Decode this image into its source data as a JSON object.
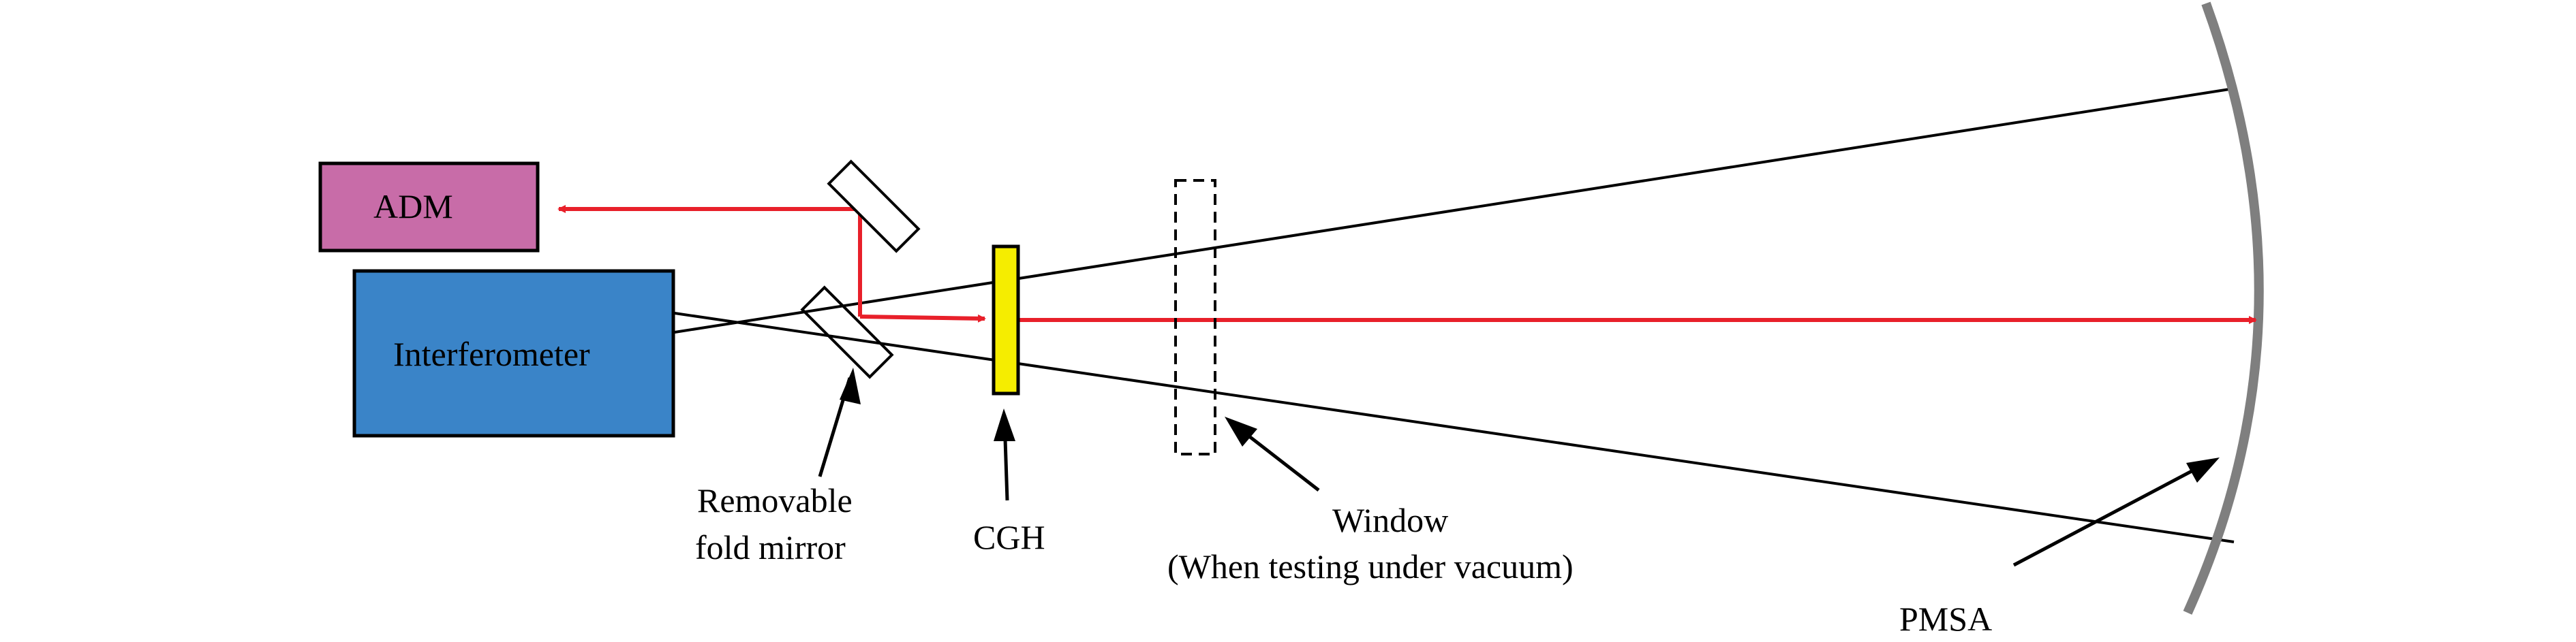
{
  "labels": {
    "adm": "ADM",
    "interferometer": "Interferometer",
    "fold_mirror_line1": "Removable",
    "fold_mirror_line2": "fold mirror",
    "cgh": "CGH",
    "window_line1": "Window",
    "window_line2": "(When testing under vacuum)",
    "pmsa": "PMSA"
  },
  "colors": {
    "adm_box": "#c86ca8",
    "interferometer_box": "#3a84c8",
    "cgh_element": "#f5ed00",
    "beam": "#e8202a",
    "mirror": "#7f7f7f",
    "outline": "#000000"
  }
}
